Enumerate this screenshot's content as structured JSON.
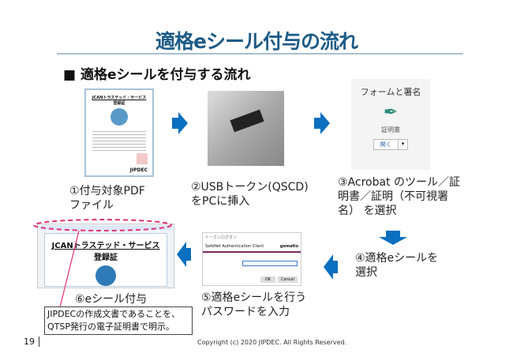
{
  "title": "適格eシール付与の流れ",
  "subtitle": "■ 適格eシールを付与する流れ",
  "steps": [
    {
      "line1": "①付与対象PDF",
      "line2": "ファイル"
    },
    {
      "line1": "②USBトークン(QSCD)",
      "line2": "をPCに挿入"
    },
    {
      "line1": "③Acrobat のツール／証",
      "line2": "明書／証明（不可視署",
      "line3": "名） を選択"
    },
    {
      "line1": "④適格eシールを",
      "line2": "選択"
    },
    {
      "line1": "⑤適格eシールを行う",
      "line2": "パスワードを入力"
    },
    {
      "line1": "⑥eシール付与"
    }
  ],
  "certificate": {
    "title": "JCANトラステッド・サービス",
    "subtitle": "登録証",
    "logo": "JIPDEC"
  },
  "acrobat": {
    "header": "フォームと署名",
    "tool": "証明書",
    "open_button": "開く",
    "dropdown": "▾"
  },
  "dialog": {
    "window": "トークンログオン",
    "title": "SafeNet Authentication Client",
    "brand": "gemalto",
    "ok": "OK",
    "cancel": "Cancel"
  },
  "callout": {
    "line1": "JIPDECの作成文書であることを、",
    "line2": "QTSP発行の電子証明書で明示。"
  },
  "footer": {
    "page": "19",
    "copyright": "Copyright (c) 2020 JIPDEC.  All Rights Reserved."
  },
  "colors": {
    "title": "#1d5b86",
    "arrow": "#0a6fbf",
    "highlight": "#e0307a"
  }
}
